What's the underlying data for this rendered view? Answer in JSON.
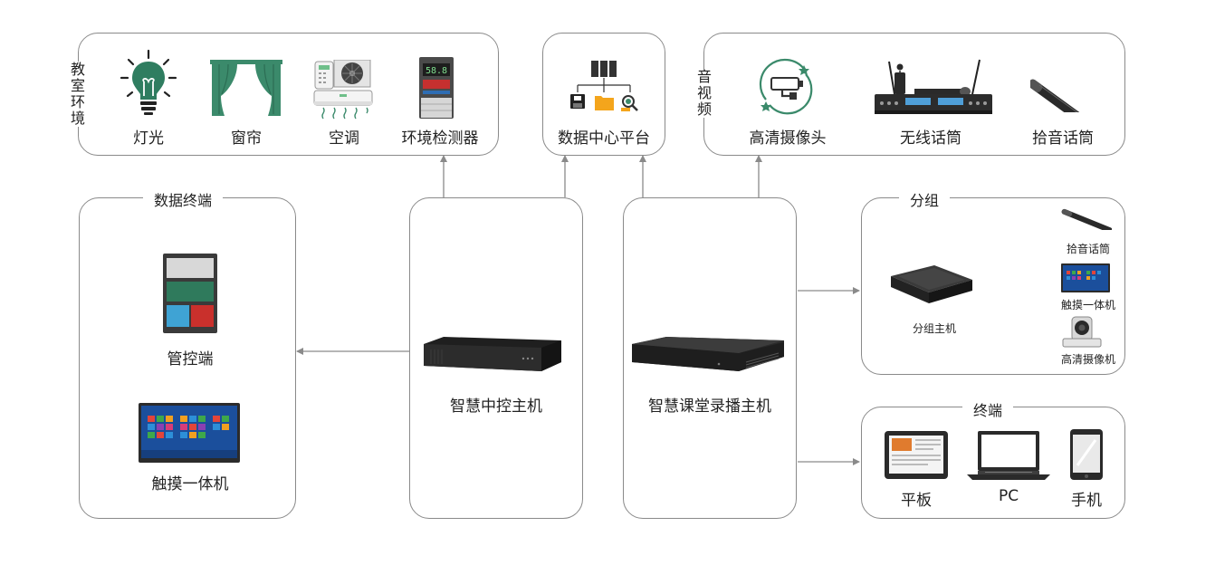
{
  "classroom_env": {
    "title": "教室环境",
    "items": [
      {
        "label": "灯光",
        "icon": "light-bulb-icon"
      },
      {
        "label": "窗帘",
        "icon": "curtain-icon"
      },
      {
        "label": "空调",
        "icon": "air-conditioner-icon"
      },
      {
        "label": "环境检测器",
        "icon": "environment-detector-icon"
      }
    ]
  },
  "data_center": {
    "label": "数据中心平台",
    "icon": "server-folder-icon"
  },
  "av": {
    "title": "音视频",
    "items": [
      {
        "label": "高清摄像头",
        "icon": "camera-icon"
      },
      {
        "label": "无线话筒",
        "icon": "wireless-mic-receiver-icon"
      },
      {
        "label": "拾音话筒",
        "icon": "pickup-mic-icon"
      }
    ]
  },
  "data_terminal": {
    "title": "数据终端",
    "items": [
      {
        "label": "管控端",
        "icon": "control-panel-icon"
      },
      {
        "label": "触摸一体机",
        "icon": "touch-display-icon"
      }
    ]
  },
  "central_control": {
    "label": "智慧中控主机",
    "icon": "rack-host-icon"
  },
  "recording_host": {
    "label": "智慧课堂录播主机",
    "icon": "recording-host-icon"
  },
  "grouping": {
    "title": "分组",
    "host_label": "分组主机",
    "items": [
      {
        "label": "拾音话筒",
        "icon": "pickup-mic-icon"
      },
      {
        "label": "触摸一体机",
        "icon": "touch-display-icon"
      },
      {
        "label": "高清摄像机",
        "icon": "ptz-camera-icon"
      }
    ]
  },
  "terminal": {
    "title": "终端",
    "items": [
      {
        "label": "平板",
        "icon": "tablet-icon"
      },
      {
        "label": "PC",
        "icon": "laptop-icon"
      },
      {
        "label": "手机",
        "icon": "phone-icon"
      }
    ]
  },
  "colors": {
    "line": "#8a8a8a",
    "green": "#3b8a6b",
    "dark": "#2a2a2a"
  }
}
